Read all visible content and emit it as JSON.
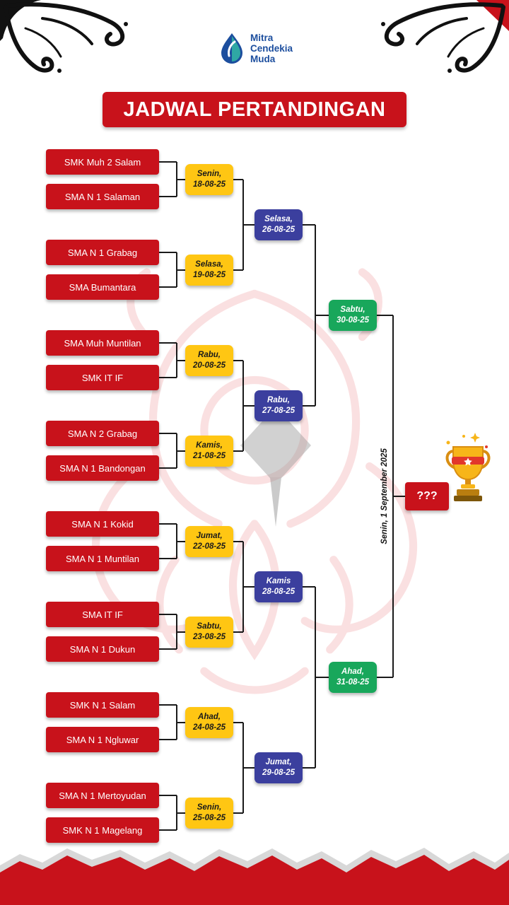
{
  "logo": {
    "name_lines": [
      "Mitra",
      "Cendekia",
      "Muda"
    ]
  },
  "title": "JADWAL PERTANDINGAN",
  "bracket": {
    "round1": [
      {
        "team1": "SMK Muh 2 Salam",
        "team2": "SMA N 1 Salaman",
        "day": "Senin,",
        "date": "18-08-25"
      },
      {
        "team1": "SMA N 1 Grabag",
        "team2": "SMA Bumantara",
        "day": "Selasa,",
        "date": "19-08-25"
      },
      {
        "team1": "SMA Muh Muntilan",
        "team2": "SMK IT IF",
        "day": "Rabu,",
        "date": "20-08-25"
      },
      {
        "team1": "SMA N 2 Grabag",
        "team2": "SMA N 1 Bandongan",
        "day": "Kamis,",
        "date": "21-08-25"
      },
      {
        "team1": "SMA N 1 Kokid",
        "team2": "SMA N 1 Muntilan",
        "day": "Jumat,",
        "date": "22-08-25"
      },
      {
        "team1": "SMA IT IF",
        "team2": "SMA N 1 Dukun",
        "day": "Sabtu,",
        "date": "23-08-25"
      },
      {
        "team1": "SMK N 1 Salam",
        "team2": "SMA N 1 Ngluwar",
        "day": "Ahad,",
        "date": "24-08-25"
      },
      {
        "team1": "SMA N 1 Mertoyudan",
        "team2": "SMK N 1 Magelang",
        "day": "Senin,",
        "date": "25-08-25"
      }
    ],
    "round2": [
      {
        "day": "Selasa,",
        "date": "26-08-25"
      },
      {
        "day": "Rabu,",
        "date": "27-08-25"
      },
      {
        "day": "Kamis",
        "date": "28-08-25"
      },
      {
        "day": "Jumat,",
        "date": "29-08-25"
      }
    ],
    "semifinal": [
      {
        "day": "Sabtu,",
        "date": "30-08-25"
      },
      {
        "day": "Ahad,",
        "date": "31-08-25"
      }
    ],
    "final": {
      "date_label": "Senin, 1 September 2025",
      "winner_label": "???"
    }
  },
  "colors": {
    "red": "#C8121B",
    "yellow": "#FFC613",
    "blue": "#3B3F9E",
    "green": "#18A75B",
    "logo_blue": "#1C4E9E",
    "logo_teal": "#2FA8A4"
  }
}
